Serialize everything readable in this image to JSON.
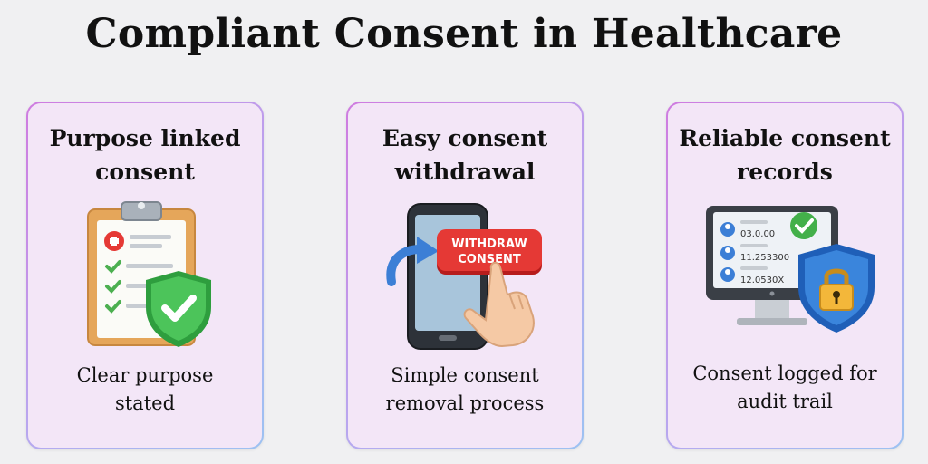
{
  "page": {
    "title": "Compliant Consent in Healthcare"
  },
  "cards": [
    {
      "title_line1": "Purpose linked",
      "title_line2": "consent",
      "icon": "clipboard-shield-icon",
      "desc_line1": "Clear purpose",
      "desc_line2": "stated"
    },
    {
      "title_line1": "Easy consent",
      "title_line2": "withdrawal",
      "icon": "phone-withdraw-icon",
      "button_line1": "WITHDRAW",
      "button_line2": "CONSENT",
      "desc_line1": "Simple consent",
      "desc_line2": "removal process"
    },
    {
      "title_line1": "Reliable consent",
      "title_line2": "records",
      "icon": "monitor-lock-icon",
      "screen_values": [
        "03.0.00",
        "11.253300",
        "12.0530X"
      ],
      "desc_line1": "Consent logged for",
      "desc_line2": "audit trail"
    }
  ],
  "colors": {
    "card_bg": "#f3e6f7",
    "red": "#e53935",
    "green": "#4caf50",
    "blue": "#2f73c9",
    "orange": "#f3a536"
  }
}
